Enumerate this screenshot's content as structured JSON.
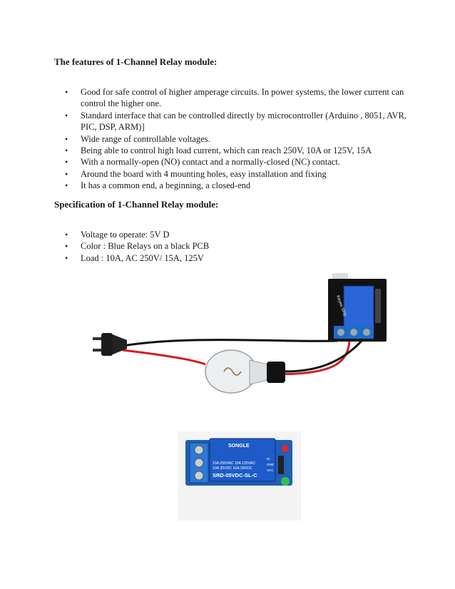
{
  "features": {
    "heading": "The features of 1-Channel Relay module:",
    "items": [
      "Good for safe control of higher amperage circuits. In power systems, the lower current can control the higher one.",
      "Standard interface that can be controlled directly by microcontroller (Arduino , 8051, AVR, PIC, DSP, ARM)]",
      "Wide range of controllable voltages.",
      "Being able to control high load current, which can reach 250V, 10A or 125V, 15A",
      "With a normally-open (NO) contact and a normally-closed (NC) contact.",
      "Around the board with 4 mounting holes, easy installation and fixing",
      "It has a common end, a beginning, a closed-end"
    ]
  },
  "specification": {
    "heading": "Specification of 1-Channel Relay module:",
    "items": [
      "Voltage to operate: 5V D",
      "Color : Blue Relays on a black PCB",
      "Load : 10A, AC 250V/ 15A, 125V"
    ]
  },
  "figure_wiring": {
    "relay_brand": "Keyes SRly"
  },
  "figure_module": {
    "relay_brand": "SONGLE",
    "ratings": [
      "10A 250VAC 10A 125VAC",
      "10A 30VDC 10A 28VDC"
    ],
    "model": "SRD-05VDC-SL-C",
    "pins": [
      "IN",
      "GND",
      "VCC"
    ],
    "colors": {
      "pcb": "#1f5fb4",
      "relay": "#1e5bc8",
      "terminal": "#2b7ad9"
    }
  }
}
